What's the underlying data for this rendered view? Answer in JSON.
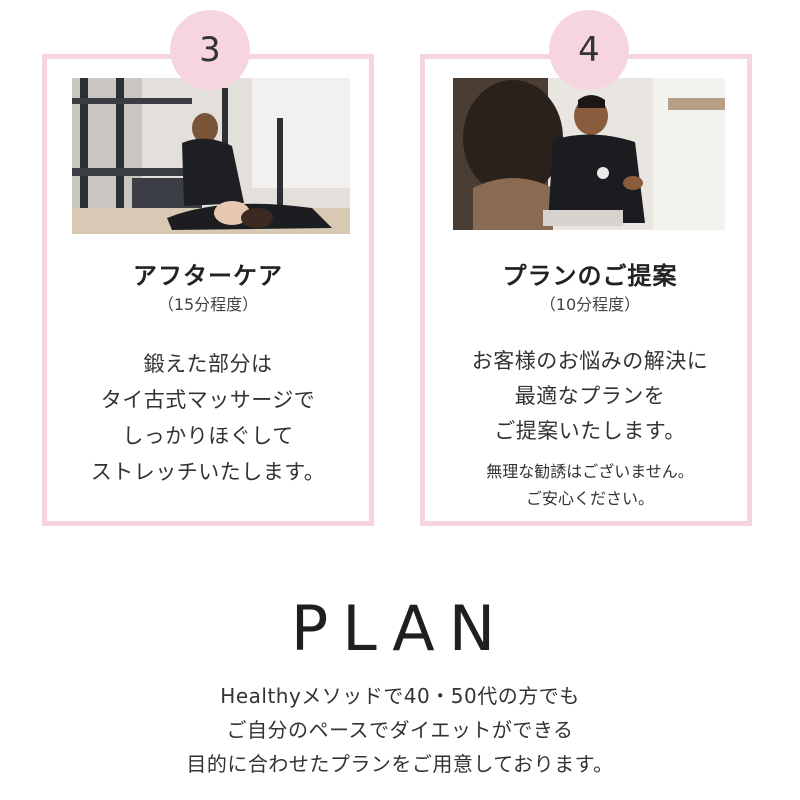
{
  "steps": [
    {
      "number": "3",
      "title": "アフターケア",
      "duration": "（15分程度）",
      "body": [
        "鍛えた部分は",
        "タイ古式マッサージで",
        "しっかりほぐして",
        "ストレッチいたします。"
      ]
    },
    {
      "number": "4",
      "title": "プランのご提案",
      "duration": "（10分程度）",
      "body": [
        "お客様のお悩みの解決に",
        "最適なプランを",
        "ご提案いたします。"
      ],
      "note": [
        "無理な勧誘はございません。",
        "ご安心ください。"
      ]
    }
  ],
  "plan": {
    "heading": "PLAN",
    "description": [
      "Healthyメソッドで40・50代の方でも",
      "ご自分のペースでダイエットができる",
      "目的に合わせたプランをご用意しております。"
    ]
  },
  "colors": {
    "accent_pink": "#f6d5e1"
  }
}
